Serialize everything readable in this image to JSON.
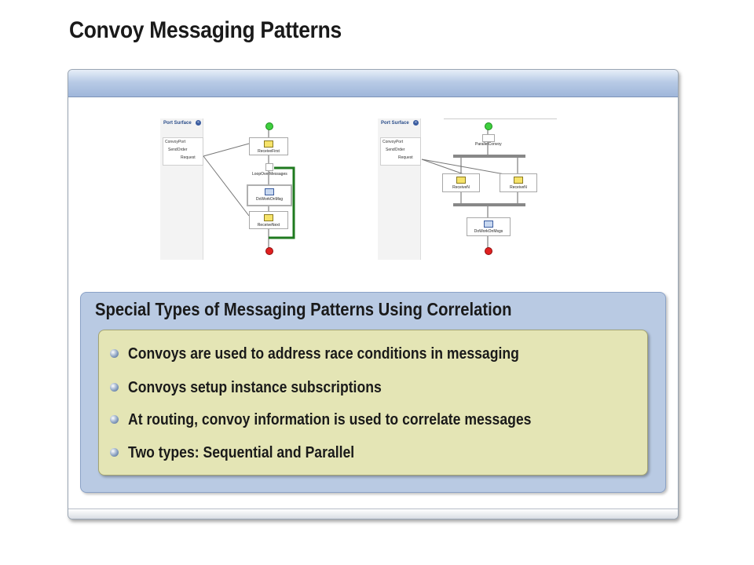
{
  "slide": {
    "title": "Convoy Messaging Patterns"
  },
  "sequential_diagram": {
    "port_header": "Port Surface",
    "port_collapse_glyph": "«",
    "port_name": "ConvoyPort",
    "port_operation": "SendOrder",
    "port_message": "Request",
    "shapes": {
      "receive_first": "ReceiveFirst",
      "loop": "LoopOverMessages",
      "do_work": "DoWorkOnMsg",
      "receive_next": "ReceiveNext"
    }
  },
  "parallel_diagram": {
    "port_header": "Port Surface",
    "port_collapse_glyph": "«",
    "port_name": "ConvoyPort",
    "port_operation": "SendOrder",
    "port_message": "Request",
    "shapes": {
      "parallel": "ParallelConvoy",
      "receive_left": "ReceiveN",
      "receive_right": "ReceiveN",
      "do_work": "DoWorkOnMsgs"
    }
  },
  "patterns_box": {
    "title": "Special Types of Messaging Patterns Using Correlation",
    "bullets": [
      "Convoys are used to address race conditions in messaging",
      "Convoys setup instance subscriptions",
      "At routing, convoy information is used to correlate messages",
      "Two types:  Sequential and Parallel"
    ]
  },
  "colors": {
    "panel_header": "#b8cbe6",
    "blue_box": "#b9cae3",
    "yellow_box": "#e4e5b5",
    "loop_connector": "#1f7a1f"
  }
}
